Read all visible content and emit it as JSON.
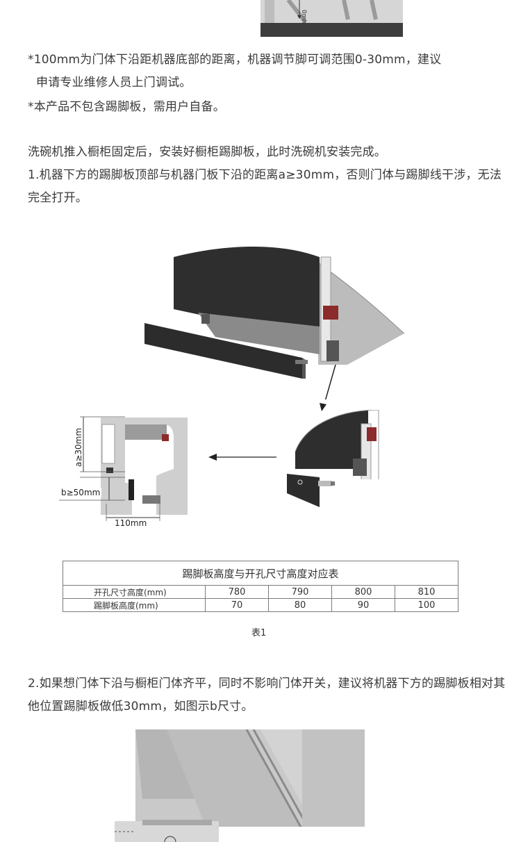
{
  "notes": {
    "note1_line1": "*100mm为门体下沿距机器底部的距离，机器调节脚可调范围0-30mm，建议",
    "note1_line2": "申请专业维修人员上门调试。",
    "note2": "*本产品不包含踢脚板，需用户自备。"
  },
  "intro": {
    "line1": "洗碗机推入橱柜固定后，安装好橱柜踢脚板，此时洗碗机安装完成。",
    "item1": "1.机器下方的踢脚板顶部与机器门板下沿的距离a≥30mm，否则门体与踢脚线干涉，无法完全打开。"
  },
  "diagram": {
    "label_a": "a≥30mm",
    "label_b": "b≥50mm",
    "label_depth": "110mm",
    "top_fragment_label": "0mm"
  },
  "table": {
    "title": "踢脚板高度与开孔尺寸高度对应表",
    "rows": [
      {
        "label": "开孔尺寸高度(mm)",
        "values": [
          "780",
          "790",
          "800",
          "810"
        ]
      },
      {
        "label": "踢脚板高度(mm)",
        "values": [
          "70",
          "80",
          "90",
          "100"
        ]
      }
    ],
    "caption": "表1"
  },
  "item2": {
    "text": "2.如果想门体下沿与橱柜门体齐平，同时不影响门体开关，建议将机器下方的踢脚板相对其他位置踢脚板做低30mm，如图示b尺寸。"
  }
}
